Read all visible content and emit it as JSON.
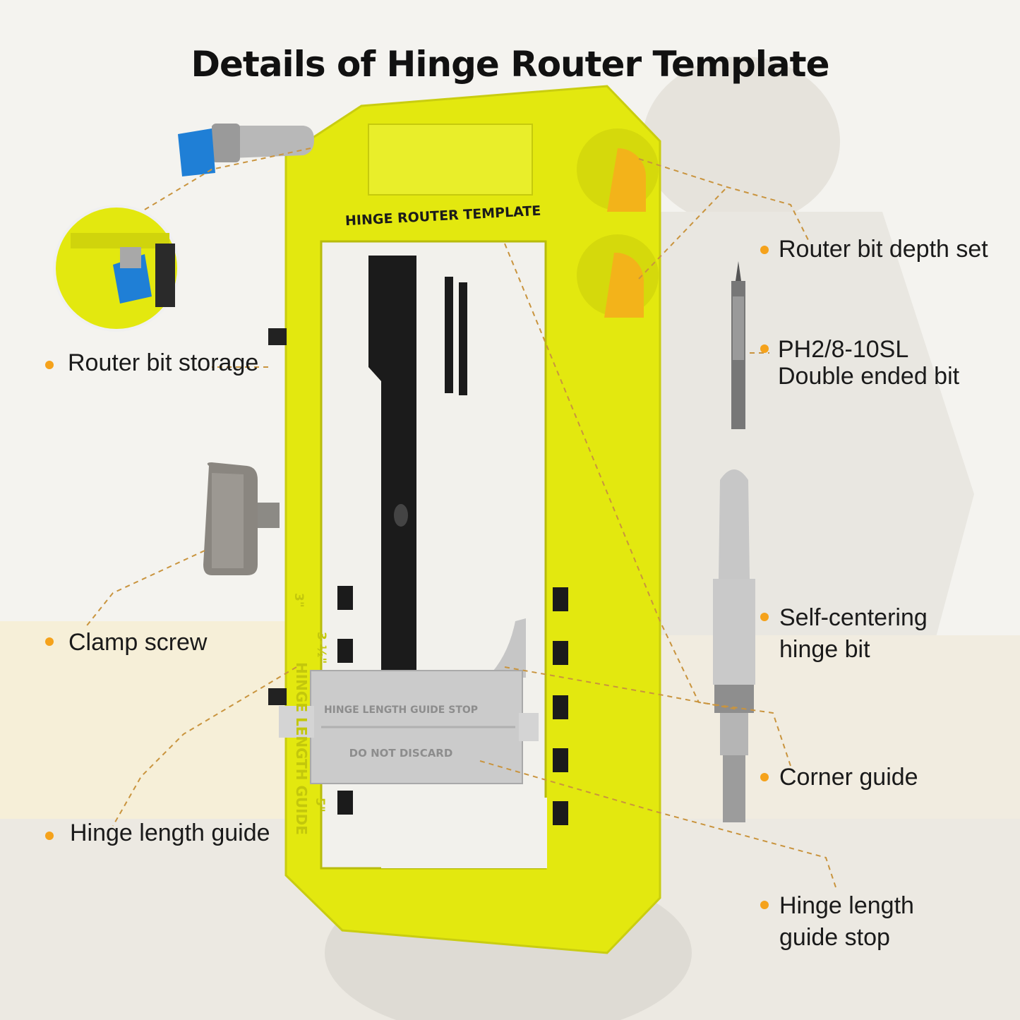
{
  "title": "Details of Hinge Router Template",
  "template_text": {
    "top_label": "HINGE ROUTER TEMPLATE",
    "side_text": "HINGE LENGTH GUIDE",
    "size_3": "3\"",
    "size_3_5": "3-½\"",
    "size_5": "5\"",
    "stop_line1": "HINGE LENGTH GUIDE STOP",
    "stop_line2": "DO NOT DISCARD"
  },
  "callouts_left": [
    {
      "label": "Router bit storage"
    },
    {
      "label": "Clamp screw"
    },
    {
      "label": "Hinge length guide"
    }
  ],
  "callouts_right": [
    {
      "label": "Router bit depth set"
    },
    {
      "line1": "PH2/8-10SL",
      "line2": "Double ended bit"
    },
    {
      "line1": "Self-centering",
      "line2": "hinge bit"
    },
    {
      "label": "Corner guide"
    },
    {
      "line1": "Hinge length",
      "line2": "guide stop"
    }
  ],
  "colors": {
    "template": "#e3e80f",
    "accent_dot": "#f5a21b",
    "knob": "#8a8680",
    "stop": "#c9c9c9"
  }
}
